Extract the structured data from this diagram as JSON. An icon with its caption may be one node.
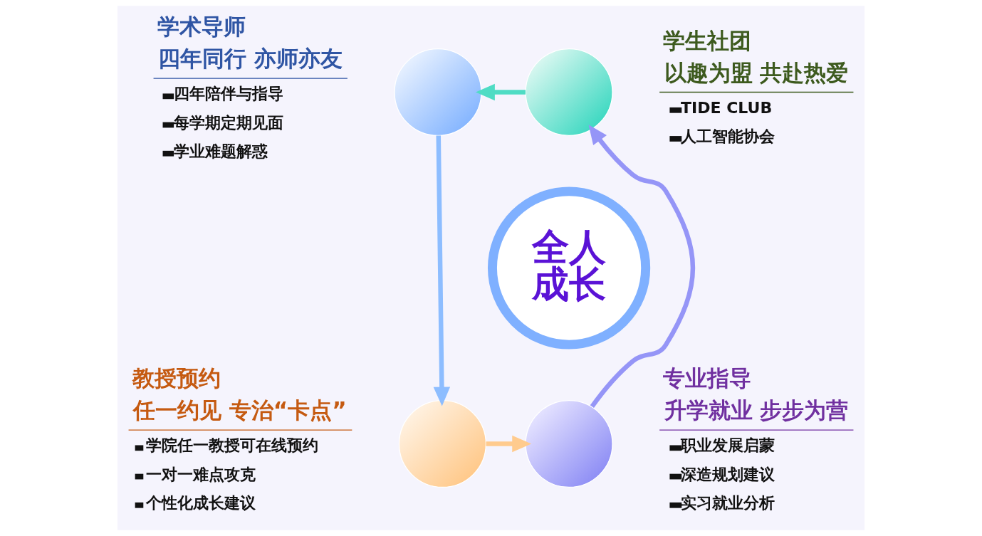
{
  "diagram": {
    "nodes": [
      {
        "text": [],
        "shape": "circle",
        "beside": [
          "学术导师",
          "四年同行 亦师亦友",
          "四年陪伴与指导",
          "每学期定期见面",
          "学业难题解惑"
        ]
      },
      {
        "text": [],
        "shape": "circle",
        "beside": [
          "学生社团",
          "以趣为盟 共赴热爱",
          "TIDE CLUB",
          "人工智能协会"
        ]
      },
      {
        "text": [
          "全人成长"
        ]
      },
      {
        "text": [],
        "shape": "circle",
        "beside": [
          "教授预约",
          "任一约见 专治“卡点”",
          "学院任一教授可在线预约",
          "一对一难点攻克",
          "个性化成长建议"
        ]
      },
      {
        "text": [],
        "shape": "circle",
        "beside": [
          "专业指导",
          "升学就业 步步为营",
          "职业发展启蒙",
          "深造规划建议",
          "实习就业分析"
        ]
      }
    ],
    "edges": [
      {
        "from": 1,
        "to": 0,
        "arrow": "to",
        "color": "#4fdcc4"
      },
      {
        "from": 0,
        "to": 3,
        "arrow": "to",
        "color": "#8dbdff"
      },
      {
        "from": 3,
        "to": 4,
        "arrow": "to",
        "color": "#ffcb8e"
      },
      {
        "from": 4,
        "to": 1,
        "arrow": "to",
        "color": "#9595f7"
      }
    ]
  }
}
